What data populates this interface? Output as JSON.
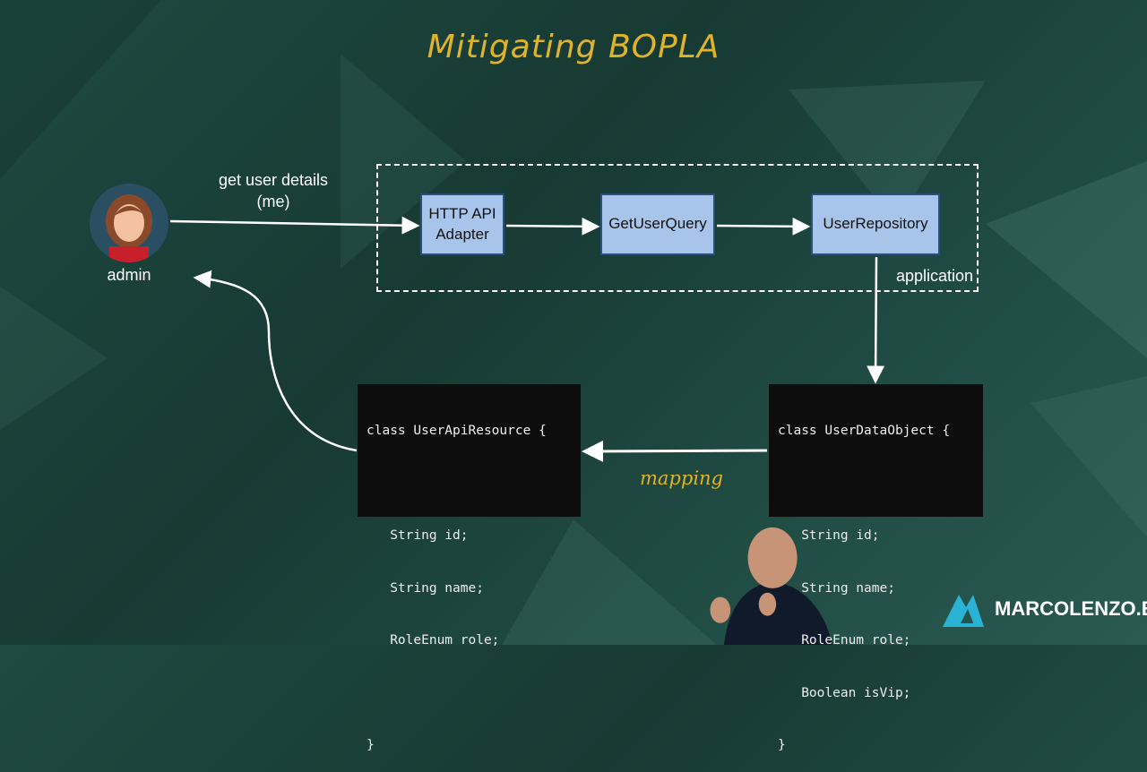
{
  "title": "Mitigating BOPLA",
  "actor": {
    "label": "admin",
    "request_label_line1": "get user details",
    "request_label_line2": "(me)"
  },
  "boundary": {
    "label": "application"
  },
  "components": [
    {
      "line1": "HTTP API",
      "line2": "Adapter"
    },
    {
      "line1": "GetUserQuery"
    },
    {
      "line1": "UserRepository"
    }
  ],
  "api_resource": {
    "lines": [
      "class UserApiResource {",
      "",
      "   String id;",
      "   String name;",
      "   RoleEnum role;",
      "",
      "}"
    ]
  },
  "data_object": {
    "lines": [
      "class UserDataObject {",
      "",
      "   String id;",
      "   String name;",
      "   RoleEnum role;",
      "   Boolean isVip;",
      "}"
    ]
  },
  "mapping_label": "mapping",
  "logo": {
    "text": "MARCOLENZO.EU",
    "color": "#2bb3d6"
  },
  "colors": {
    "title": "#e0b32a",
    "box": "#a7c5ea",
    "background": "#1d4640"
  }
}
